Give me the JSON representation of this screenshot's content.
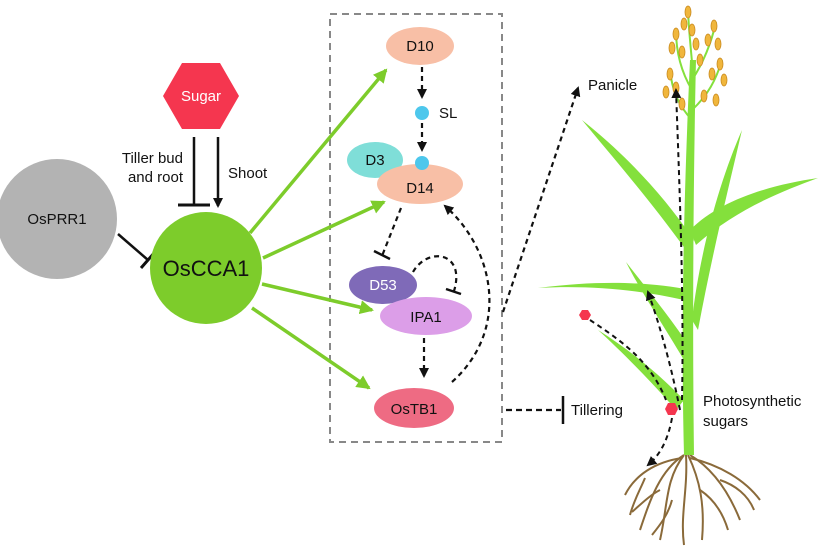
{
  "nodes": {
    "osprr1": "OsPRR1",
    "sugar": "Sugar",
    "osCCA1": "OsCCA1",
    "d10": "D10",
    "sl": "SL",
    "d3": "D3",
    "d14": "D14",
    "d53": "D53",
    "ipa1": "IPA1",
    "ostb1": "OsTB1"
  },
  "labels": {
    "tiller_bud_line1": "Tiller bud",
    "tiller_bud_line2": "and root",
    "shoot": "Shoot",
    "panicle": "Panicle",
    "tillering": "Tillering",
    "photosynthetic_line1": "Photosynthetic",
    "photosynthetic_line2": "sugars"
  },
  "colors": {
    "osprr1": "#b3b3b3",
    "sugar": "#f5364f",
    "osCCA1": "#7dcc2b",
    "activation_arrow": "#7dcc2b",
    "d10": "#f8bfa6",
    "d14": "#f8bfa6",
    "sl": "#4dc7ec",
    "d3": "#7fded8",
    "d53": "#7f6ab8",
    "ipa1": "#dc9ee8",
    "ostb1": "#ee6b83",
    "plant_leaf": "#84e03c",
    "panicle_grain": "#f0b63c",
    "root": "#8a6a3a"
  }
}
